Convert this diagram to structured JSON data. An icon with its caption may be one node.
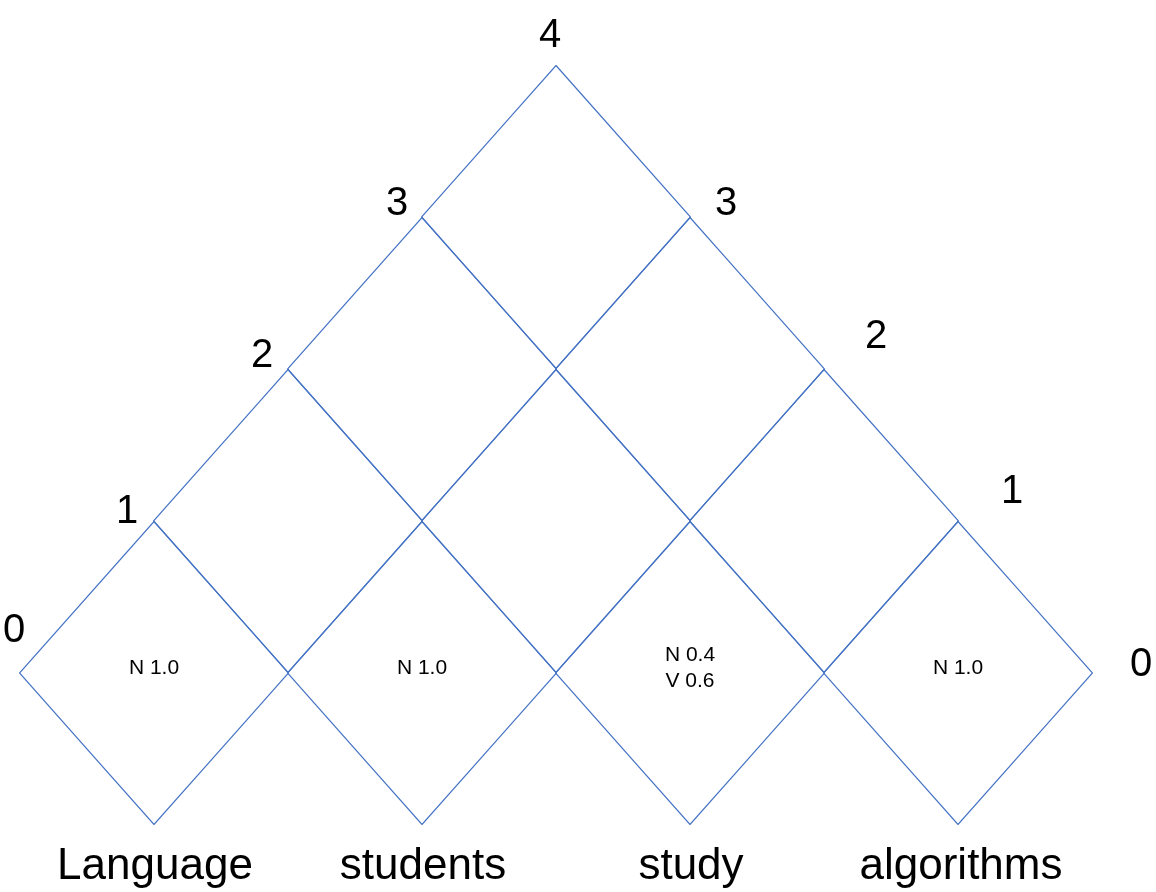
{
  "diagram": {
    "nodes": [
      {
        "text": [],
        "shape": "diamond"
      },
      {
        "text": [],
        "shape": "diamond"
      },
      {
        "text": [],
        "shape": "diamond"
      },
      {
        "text": [],
        "shape": "diamond"
      },
      {
        "text": [],
        "shape": "diamond"
      },
      {
        "text": [],
        "shape": "diamond"
      },
      {
        "text": [
          "N 1.0"
        ]
      },
      {
        "text": [
          "N 1.0"
        ]
      },
      {
        "text": [
          "N 0.4",
          "V 0.6"
        ]
      },
      {
        "text": [
          "N 1.0"
        ]
      }
    ],
    "labels": [
      "4",
      "3",
      "3",
      "2",
      "2",
      "1",
      "1",
      "0",
      "0",
      "Language",
      "students",
      "study",
      "algorithms"
    ]
  }
}
